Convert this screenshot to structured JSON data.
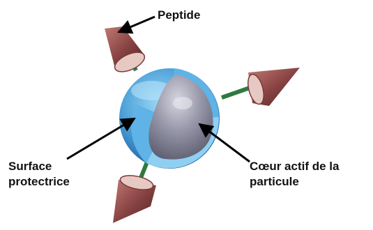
{
  "labels": {
    "peptide": "Peptide",
    "surface_line1": "Surface",
    "surface_line2": "protectrice",
    "core_line1": "Cœur actif de la",
    "core_line2": "particule"
  },
  "colors": {
    "shell_outer": "#2f7fc0",
    "shell_light": "#8fd0f2",
    "core": "#8e8ea0",
    "cone": "#7a3a3a",
    "cone_base": "#e7c9c4",
    "linker": "#2e7a3e",
    "arrow": "#000000"
  }
}
